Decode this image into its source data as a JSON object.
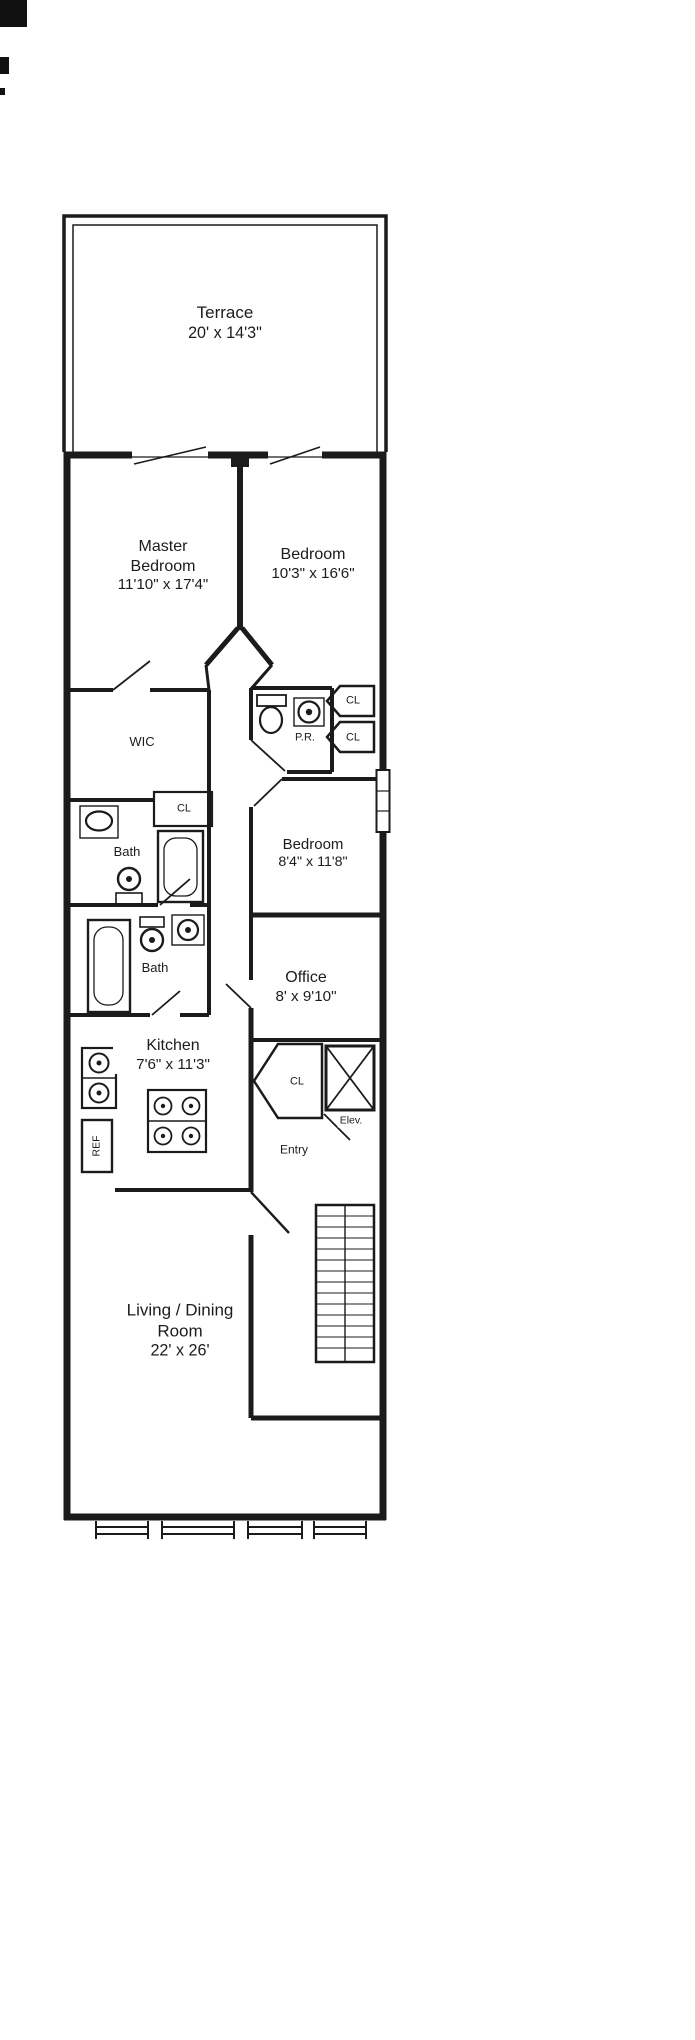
{
  "colors": {
    "line": "#1b1b1b",
    "background": "#ffffff"
  },
  "rooms": {
    "terrace": {
      "name": "Terrace",
      "dims": "20' x 14'3\""
    },
    "master_bedroom": {
      "name": "Master Bedroom",
      "dims": "11'10\" x 17'4\""
    },
    "bedroom_right": {
      "name": "Bedroom",
      "dims": "10'3\" x 16'6\""
    },
    "wic": {
      "name": "WIC"
    },
    "powder_room": {
      "name": "P.R."
    },
    "closet_right_top": {
      "name": "CL"
    },
    "closet_right_bottom": {
      "name": "CL"
    },
    "closet_mid": {
      "name": "CL"
    },
    "bath_upper": {
      "name": "Bath"
    },
    "bedroom_small": {
      "name": "Bedroom",
      "dims": "8'4\" x 11'8\""
    },
    "bath_lower": {
      "name": "Bath"
    },
    "office": {
      "name": "Office",
      "dims": "8' x 9'10\""
    },
    "kitchen": {
      "name": "Kitchen",
      "dims": "7'6\" x 11'3\""
    },
    "closet_entry": {
      "name": "CL"
    },
    "elevator": {
      "name": "Elev."
    },
    "entry": {
      "name": "Entry"
    },
    "refrigerator": {
      "name": "REF"
    },
    "living_dining": {
      "name": "Living / Dining Room",
      "dims": "22' x 26'"
    }
  },
  "fixtures": [
    "toilet",
    "sink",
    "bathtub",
    "range",
    "refrigerator",
    "elevator",
    "stairs",
    "windows"
  ]
}
